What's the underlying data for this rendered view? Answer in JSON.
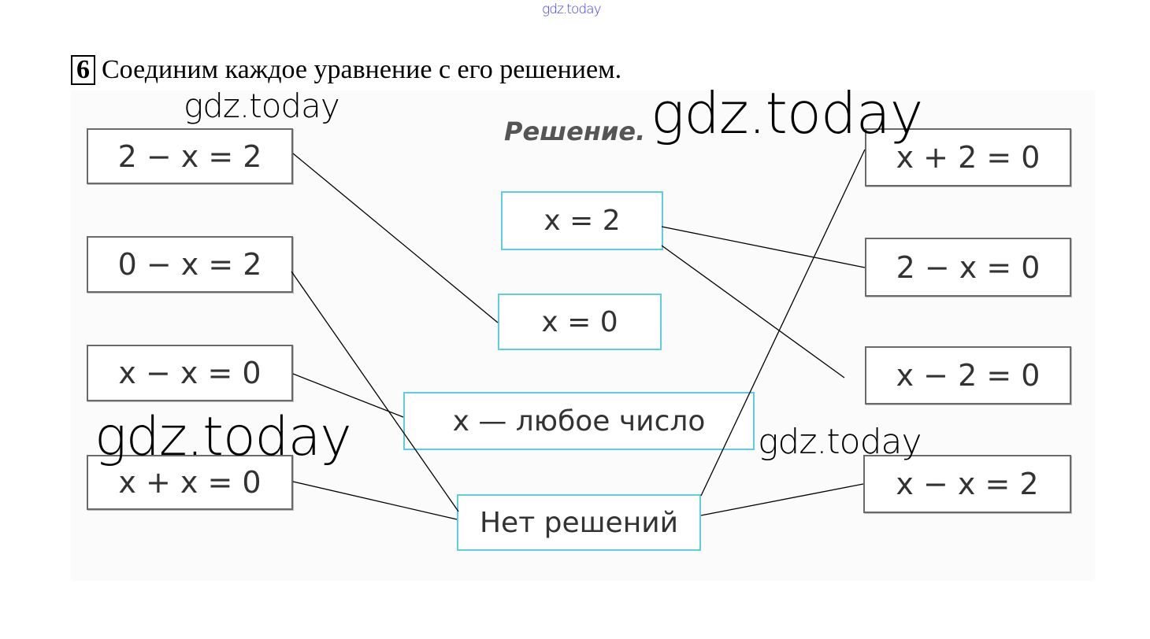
{
  "watermarks": [
    "gdz.today",
    "gdz.today",
    "gdz.today",
    "gdz.today",
    "gdz.today"
  ],
  "exercise": {
    "number": "6",
    "instruction": "Соединим каждое уравнение с его решением.",
    "solution_heading": "Решение.",
    "left_equations": [
      "2 − x = 2",
      "0 − x = 2",
      "x − x = 0",
      "x + x = 0"
    ],
    "right_equations": [
      "x + 2 = 0",
      "2 − x = 0",
      "x − 2 = 0",
      "x − x = 2"
    ],
    "solutions": [
      "x = 2",
      "x = 0",
      "x — любое число",
      "Нет решений"
    ]
  },
  "colors": {
    "solution_border": "#5ccfdc",
    "watermark_top": "#3a3aff"
  }
}
